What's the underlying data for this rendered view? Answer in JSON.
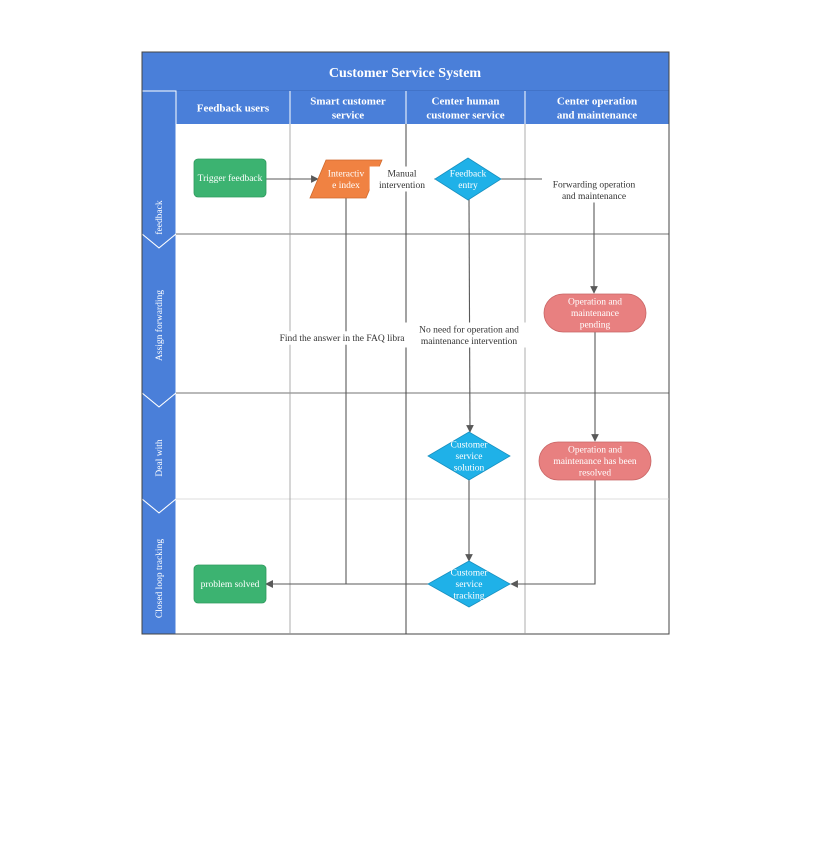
{
  "title": "Customer Service System",
  "colors": {
    "header_blue": "#4a7fd9",
    "header_text": "#ffffff",
    "green": "#3cb371",
    "orange": "#f08242",
    "cyan": "#1fb1e8",
    "pink": "#e88080",
    "line": "#595959",
    "grid": "#d0d0d0",
    "border": "#444444"
  },
  "columns": [
    {
      "label_lines": [
        "Feedback users"
      ]
    },
    {
      "label_lines": [
        "Smart customer",
        "service"
      ]
    },
    {
      "label_lines": [
        "Center human",
        "customer service"
      ]
    },
    {
      "label_lines": [
        "Center operation",
        "and maintenance"
      ]
    }
  ],
  "lanes": [
    {
      "label": "feedback"
    },
    {
      "label": "Assign forwarding"
    },
    {
      "label": "Deal with"
    },
    {
      "label": "Closed loop tracking"
    }
  ],
  "nodes": {
    "trigger_feedback": {
      "lines": [
        "Trigger feedback"
      ],
      "shape": "rounded-rect",
      "color": "green"
    },
    "interactive_index": {
      "lines": [
        "Interactiv",
        "e index"
      ],
      "shape": "parallelogram",
      "color": "orange"
    },
    "feedback_entry": {
      "lines": [
        "Feedback",
        "entry"
      ],
      "shape": "diamond",
      "color": "cyan"
    },
    "om_pending": {
      "lines": [
        "Operation and",
        "maintenance",
        "pending"
      ],
      "shape": "stadium",
      "color": "pink"
    },
    "om_resolved": {
      "lines": [
        "Operation and",
        "maintenance has been",
        "resolved"
      ],
      "shape": "stadium",
      "color": "pink"
    },
    "cs_solution": {
      "lines": [
        "Customer",
        "service",
        "solution"
      ],
      "shape": "diamond",
      "color": "cyan"
    },
    "cs_tracking": {
      "lines": [
        "Customer",
        "service",
        "tracking"
      ],
      "shape": "diamond",
      "color": "cyan"
    },
    "problem_solved": {
      "lines": [
        "problem solved"
      ],
      "shape": "rounded-rect",
      "color": "green"
    }
  },
  "edge_labels": {
    "manual_intervention": [
      "Manual",
      "intervention"
    ],
    "forwarding_om": [
      "Forwarding operation",
      "and maintenance"
    ],
    "faq": [
      "Find the answer in the FAQ library"
    ],
    "no_need": [
      "No need for operation and",
      "maintenance intervention"
    ]
  }
}
